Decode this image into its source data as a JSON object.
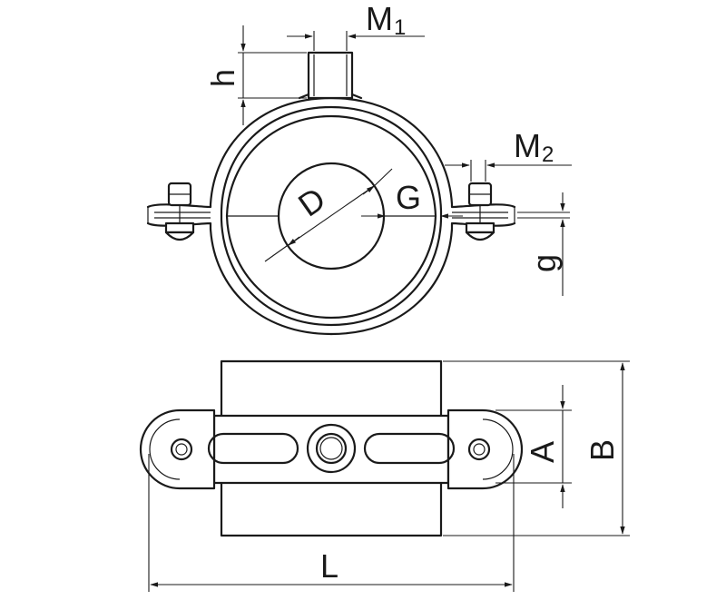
{
  "labels": {
    "m1": "M",
    "m1_sub": "1",
    "m2": "M",
    "m2_sub": "2",
    "h": "h",
    "d": "D",
    "g_upper": "G",
    "g_lower": "g",
    "a": "A",
    "b": "B",
    "l": "L"
  },
  "colors": {
    "line": "#1a1a1a",
    "background": "#ffffff"
  }
}
